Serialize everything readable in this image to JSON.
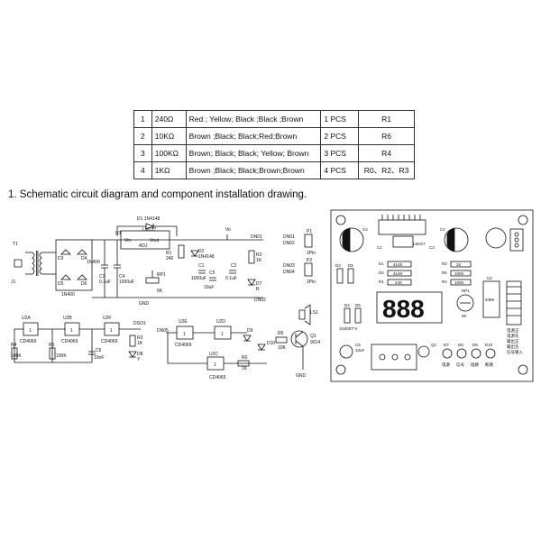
{
  "table": {
    "rows": [
      {
        "index": "1",
        "value": "240Ω",
        "colors": "Red ; Yellow; Black ;Black ;Brown",
        "qty": "1 PCS",
        "ref": "R1"
      },
      {
        "index": "2",
        "value": "10KΩ",
        "colors": "Brown ;Black; Black;Red;Brown",
        "qty": "2 PCS",
        "ref": "R6"
      },
      {
        "index": "3",
        "value": "100KΩ",
        "colors": "Brown; Black; Black; Yellow; Brown",
        "qty": "3 PCS",
        "ref": "R4"
      },
      {
        "index": "4",
        "value": "1KΩ",
        "colors": "Brown ;Black; Black;Brown;Brown",
        "qty": "4 PCS",
        "ref": "R0、R2、R3"
      }
    ]
  },
  "heading": "1. Schematic circuit diagram and component installation drawing.",
  "schematic": {
    "labels": {
      "d1": "D1 1N4148",
      "lm317": "LM317",
      "u1": "U1",
      "vin": "Vin",
      "vout": "Vout",
      "adj": "ADJ",
      "vo": "Vo",
      "dn01": "DN01",
      "t1": "T1",
      "j1": "J1",
      "d3": "D3",
      "d4": "D4",
      "d5": "D5",
      "d6": "D6",
      "in4007a": "1N400",
      "in4007b": "1N400",
      "r1": "R1",
      "r1v": "240",
      "d2": "D2",
      "d2v": "1N4148",
      "c1": "C1",
      "c1v": "1000uF",
      "c2": "C2",
      "c2v": "0.1uF",
      "c3": "C3",
      "c3v": "0.1uF",
      "c4": "C4",
      "c4v": "1000uF",
      "c5": "C5",
      "c5v": "10uF",
      "rp1": "RP1",
      "rp1v": "5K",
      "r2": "R2",
      "r2v": "1K",
      "d7": "D7",
      "d7v": "R",
      "gnd": "GND",
      "dn02": "DN02",
      "p1": "P1",
      "p2": "P2",
      "pin2a": "2Pin",
      "pin2b": "2Pin",
      "dp1": "DN01",
      "dp2": "DN02",
      "dp3": "DN03",
      "dp4": "DN04",
      "u2a": "U2A",
      "u2b": "U2B",
      "u2f": "U2F",
      "cd4069": "CD4069",
      "r4": "R4",
      "r4v": "100K",
      "r5": "R5",
      "r5v": "100K",
      "c6": "C6",
      "c6v": "10nF",
      "dso1": "DSO1",
      "r3": "R3",
      "r3v": "1K",
      "d8": "D8",
      "d8v": "Y",
      "u2e": "U2E",
      "u2d": "U2D",
      "u2c": "U2C",
      "d9": "D9",
      "d10": "D10",
      "r6": "R6",
      "r6v": "10K",
      "q1": "Q1",
      "q1v": "9014",
      "ls1": "LS1",
      "r0": "R0",
      "r0v": "1K",
      "dn05": "DN05"
    }
  },
  "pcb": {
    "labels": {
      "c4": "C4",
      "c1": "C1",
      "lm317": "LM317",
      "c2": "C2",
      "c3": "C3",
      "d1": "D1",
      "d2": "D2",
      "d3": "D3",
      "d4": "D4",
      "d5": "D5",
      "d6": "D6",
      "v4148a": "4148",
      "v4148b": "4148",
      "r1": "R1",
      "r1v": "240",
      "r2": "R2",
      "r2v": "1K",
      "r5": "R5",
      "r5v": "100K",
      "r4": "R4",
      "r4v": "100K",
      "in4007": "1N4007*4",
      "display": "888",
      "rp1": "RP1",
      "rp1v": "5K",
      "u2": "U2",
      "cd4069": "4069",
      "c5": "C5",
      "c5v": "10uF",
      "q1": "Q1",
      "d7": "D7",
      "d8": "D8",
      "d9": "D9",
      "d10": "D10",
      "lbl_power": "电源",
      "lbl_signal": "信号",
      "lbl_short": "短路",
      "lbl_open": "断路",
      "note1": "电源正",
      "note2": "电源负",
      "note3": "输出正",
      "note4": "输出负",
      "note5": "信号输入"
    }
  }
}
